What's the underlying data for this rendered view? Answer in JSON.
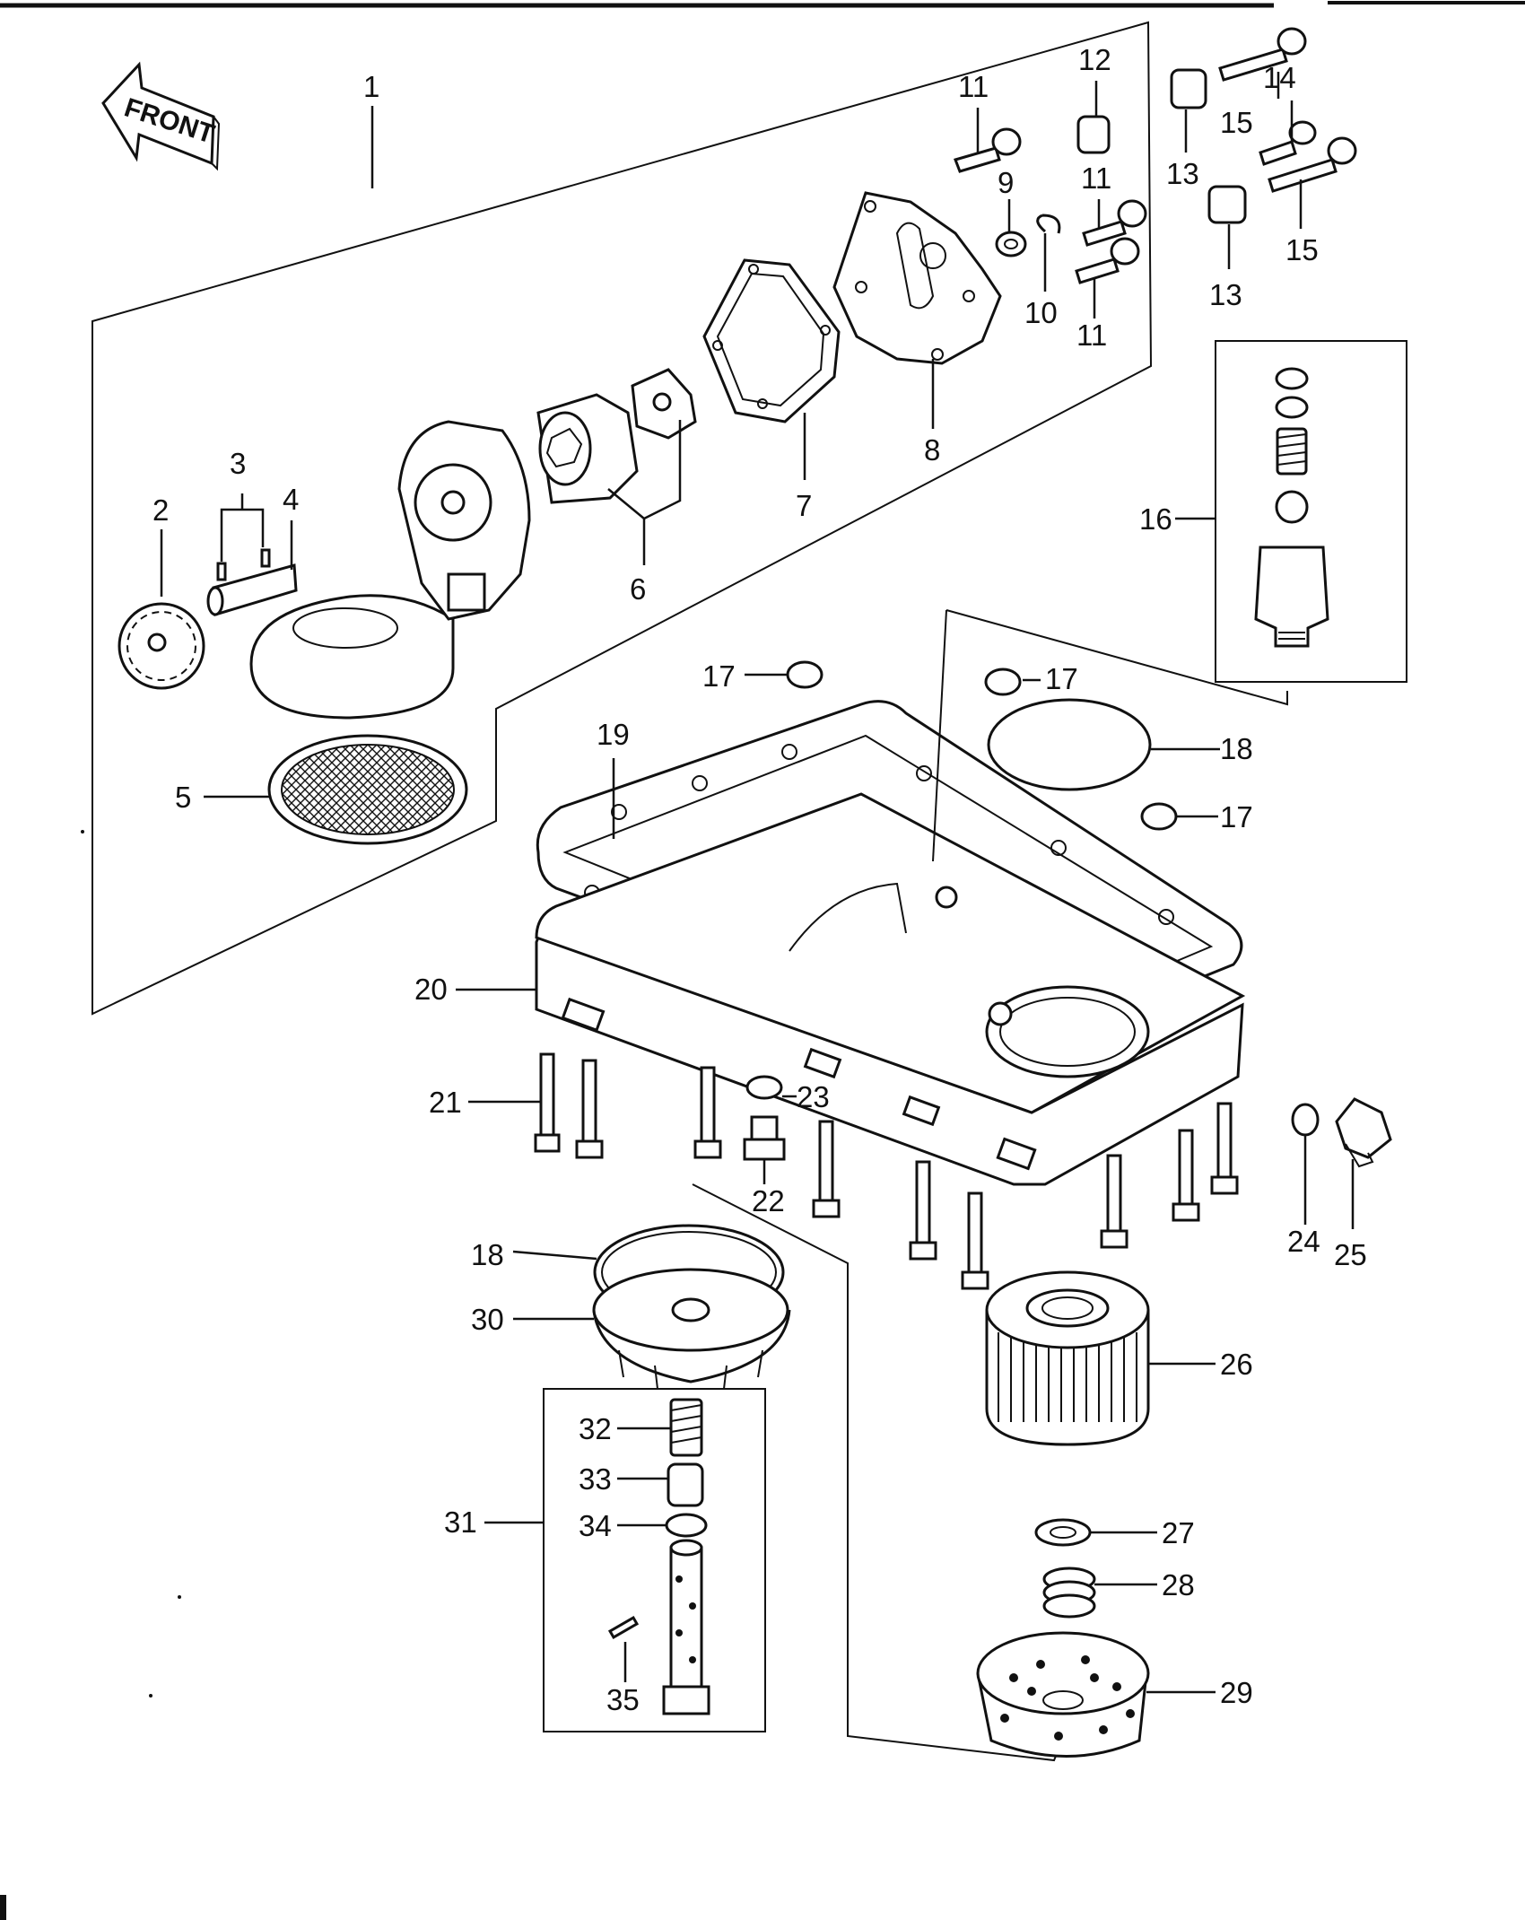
{
  "front_label": "FRONT",
  "callouts": [
    "1",
    "2",
    "3",
    "4",
    "5",
    "6",
    "7",
    "8",
    "9",
    "10",
    "11",
    "11",
    "11",
    "11",
    "12",
    "13",
    "13",
    "14",
    "15",
    "15",
    "16",
    "17",
    "17",
    "17",
    "18",
    "18",
    "19",
    "20",
    "21",
    "22",
    "23",
    "24",
    "25",
    "26",
    "27",
    "28",
    "29",
    "30",
    "31",
    "32",
    "33",
    "34",
    "35"
  ],
  "colors": {
    "ink": "#111111",
    "paper": "#ffffff"
  }
}
